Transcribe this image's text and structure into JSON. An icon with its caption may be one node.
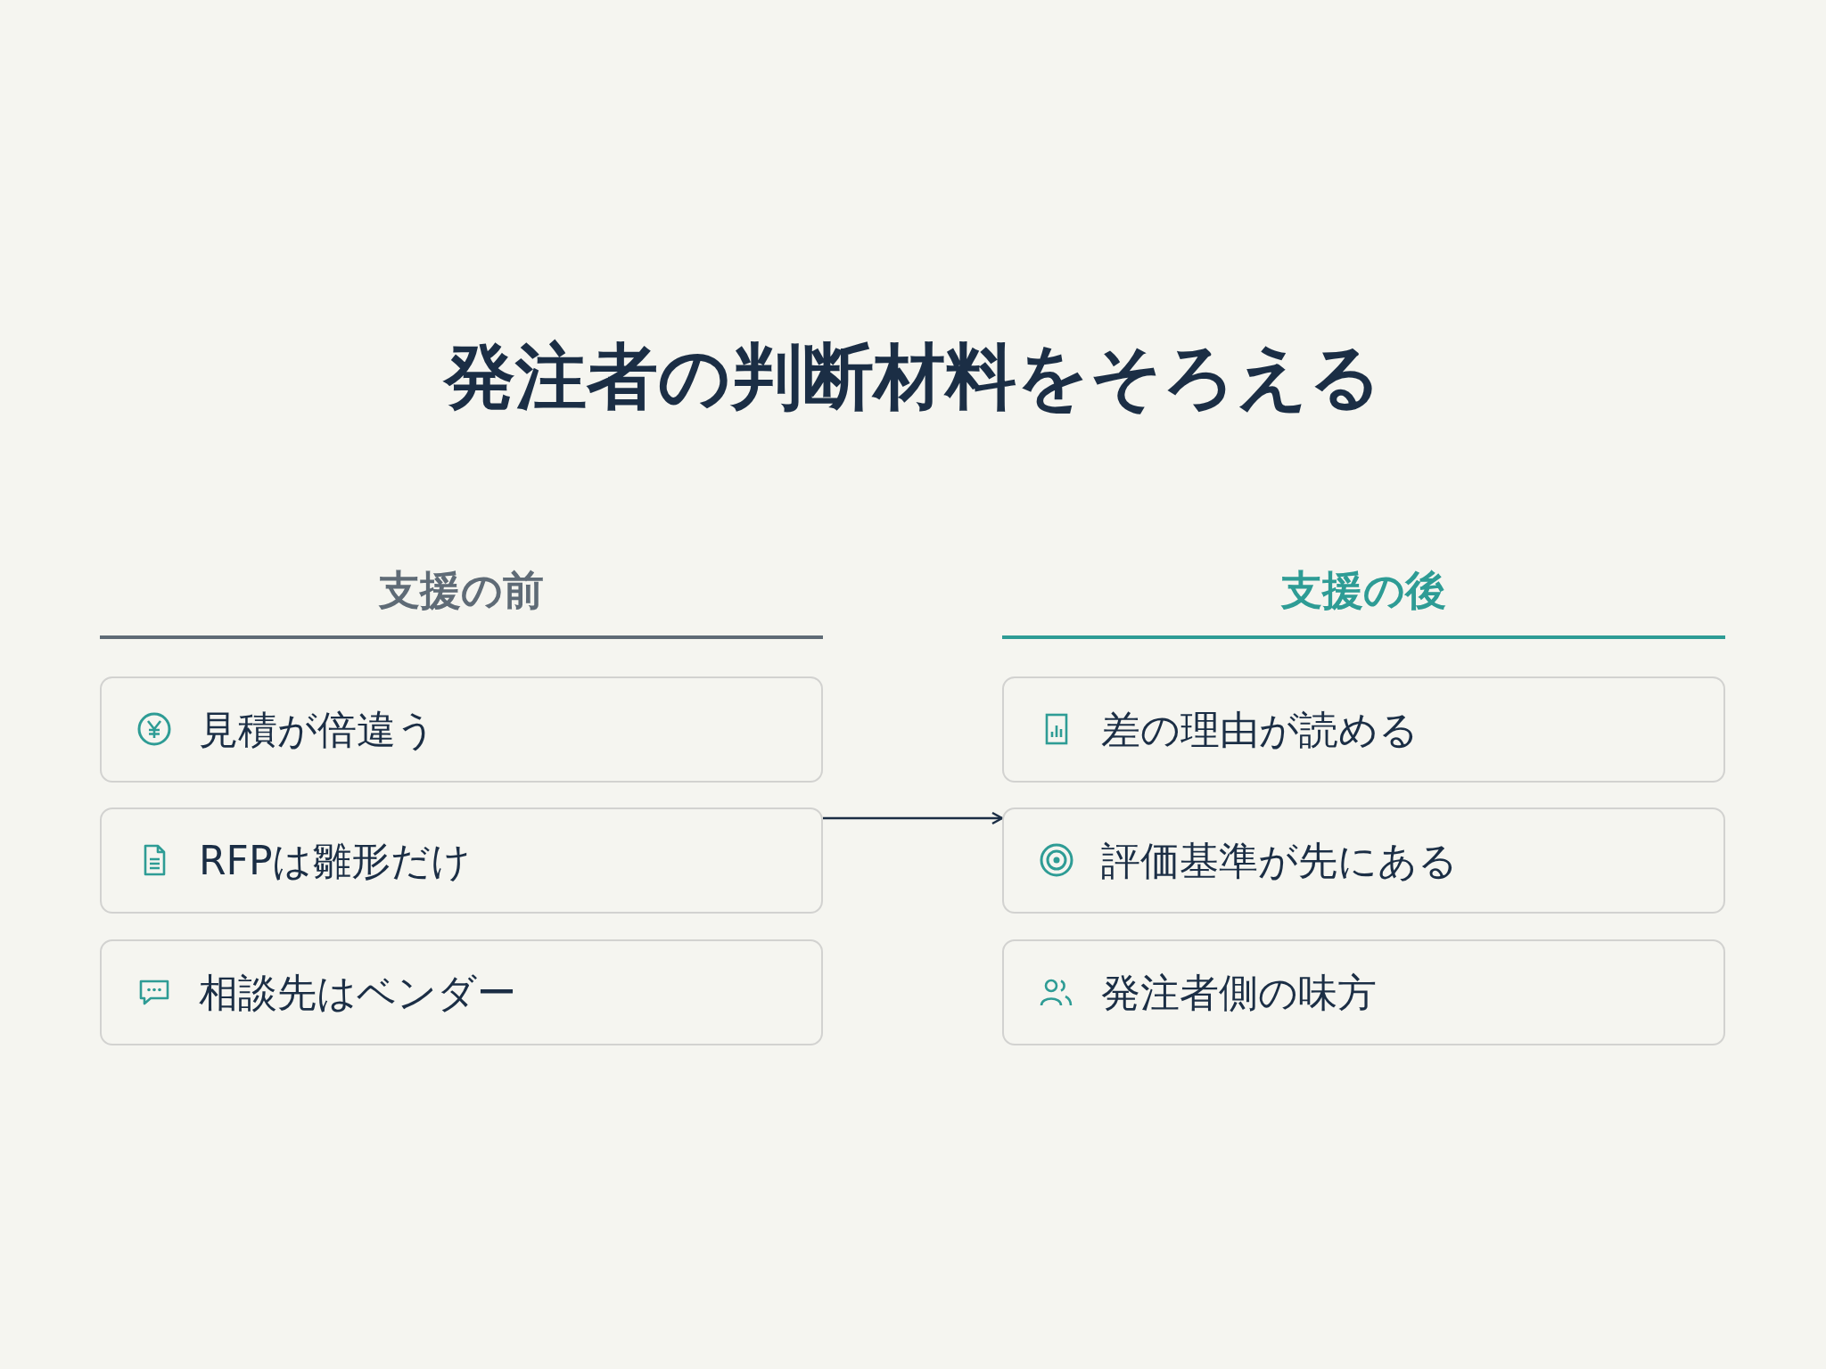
{
  "diagram": {
    "title": "発注者の判断材料をそろえる",
    "nodes": [
      {
        "text": [
          "見積が倍違う"
        ]
      },
      {
        "text": [
          "RFPは雛形だけ"
        ]
      },
      {
        "text": [
          "相談先はベンダー"
        ]
      },
      {
        "text": [
          "差の理由が読める"
        ]
      },
      {
        "text": [
          "評価基準が先にある"
        ]
      },
      {
        "text": [
          "発注者側の味方"
        ]
      }
    ],
    "edges": [
      {
        "from": 1,
        "to": 4,
        "arrow": "to"
      }
    ],
    "labels": [
      "支援の前",
      "支援の後"
    ]
  }
}
